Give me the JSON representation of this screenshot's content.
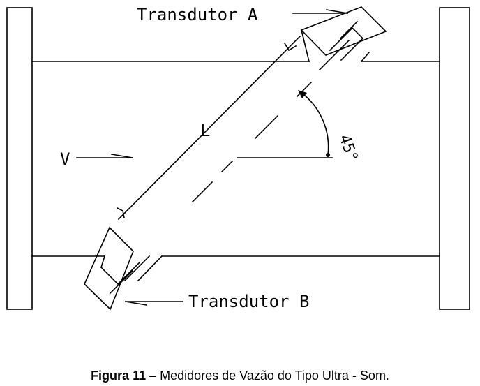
{
  "figure": {
    "labels": {
      "transducer_a": "Transdutor A",
      "transducer_b": "Transdutor B",
      "path_length": "L",
      "velocity": "V",
      "angle": "45°"
    },
    "caption": {
      "number": "Figura 11",
      "separator": " – ",
      "text": "Medidores de Vazão do Tipo Ultra - Som."
    },
    "colors": {
      "line": "#000000",
      "background": "#ffffff"
    }
  }
}
